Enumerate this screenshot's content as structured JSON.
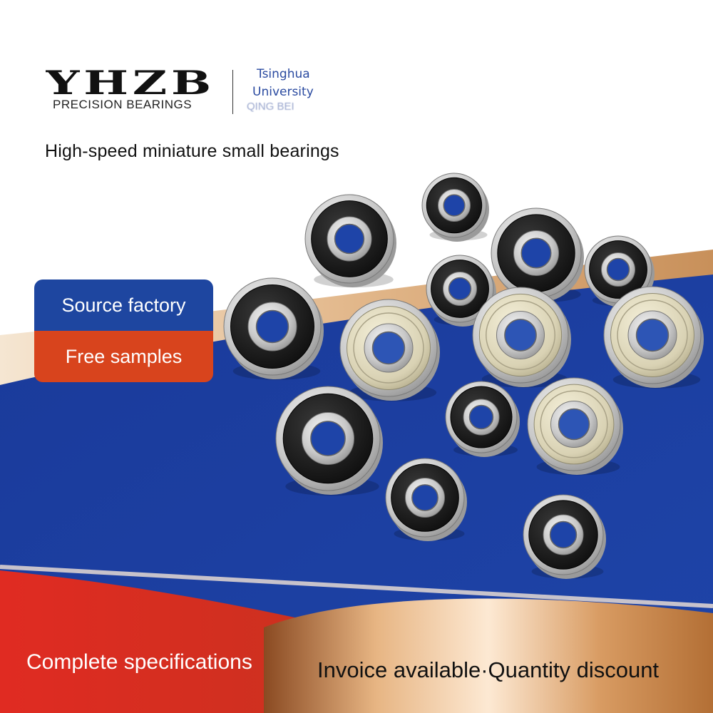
{
  "brand": {
    "logo_text": "YHZB",
    "subtitle": "PRECISION BEARINGS",
    "partner_line1": "Tsinghua",
    "partner_line2": "University",
    "partner_line3": "QING BEI"
  },
  "tagline": "High-speed miniature small bearings",
  "badges": {
    "top": "Source factory",
    "bottom": "Free samples"
  },
  "footer": {
    "left": "Complete specifications",
    "right": "Invoice available·Quantity discount"
  },
  "colors": {
    "brand_blue": "#1e46a0",
    "accent_red": "#d8441d",
    "gold": "#c08850"
  },
  "products": {
    "bearing_types": [
      "rubber-sealed",
      "metal-shielded"
    ]
  }
}
